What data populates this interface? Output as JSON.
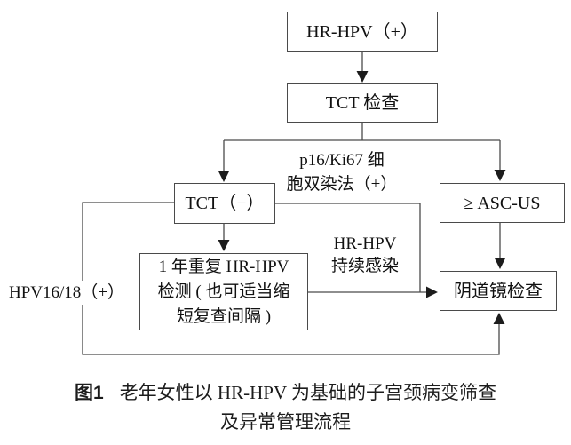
{
  "flowchart": {
    "nodes": {
      "hr_hpv_pos": {
        "label": "HR-HPV（+）"
      },
      "tct_exam": {
        "label": "TCT 检查"
      },
      "tct_neg": {
        "label": "TCT（−）"
      },
      "asc_us": {
        "label": "≥ ASC-US"
      },
      "repeat_test": {
        "lines": [
          "1 年重复 HR-HPV",
          "检测 ( 也可适当缩",
          "短复查间隔 )"
        ]
      },
      "colposcopy": {
        "label": "阴道镜检查"
      }
    },
    "edge_labels": {
      "p16_ki67": {
        "lines": [
          "p16/Ki67 细",
          "胞双染法（+）"
        ]
      },
      "persistent": {
        "lines": [
          "HR-HPV",
          "持续感染"
        ]
      },
      "hpv1618": {
        "label": "HPV16/18（+）"
      }
    },
    "caption": {
      "fig_label": "图1",
      "line1": "老年女性以 HR-HPV 为基础的子宫颈病变筛查",
      "line2": "及异常管理流程"
    }
  },
  "colors": {
    "background": "#ffffff",
    "line": "#4a4a4a",
    "box_border": "#4a4a4a",
    "text": "#111111"
  }
}
